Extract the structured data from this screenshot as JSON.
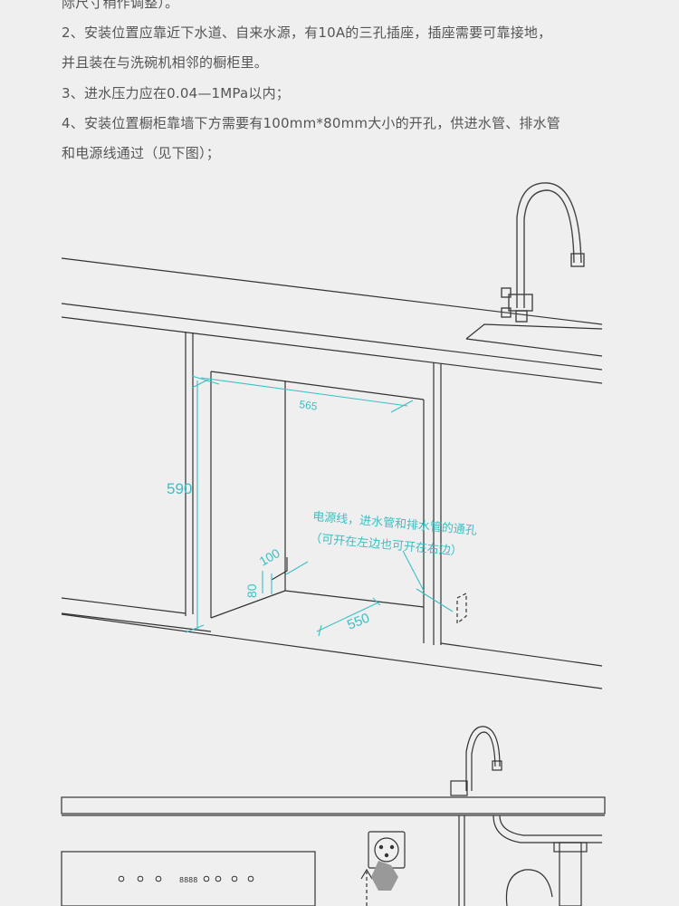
{
  "text": {
    "line0": "际尺寸稍作调整）。",
    "line1": "2、安装位置应靠近下水道、自来水源，有10A的三孔插座，插座需要可靠接地，",
    "line2": "并且装在与洗碗机相邻的橱柜里。",
    "line3": "3、进水压力应在0.04—1MPa以内；",
    "line4": "4、安装位置橱柜靠墙下方需要有100mm*80mm大小的开孔，供进水管、排水管",
    "line5": "和电源线通过（见下图）；"
  },
  "diagram": {
    "dim_width": "565",
    "dim_height": "590",
    "dim_depth": "550",
    "dim_hole_w": "100",
    "dim_hole_h": "80",
    "note_line1": "电源线，进水管和排水管的通孔",
    "note_line2": "（可开在左边也可开在右边）",
    "display": "8888",
    "accent_color": "#3bbfc4"
  }
}
